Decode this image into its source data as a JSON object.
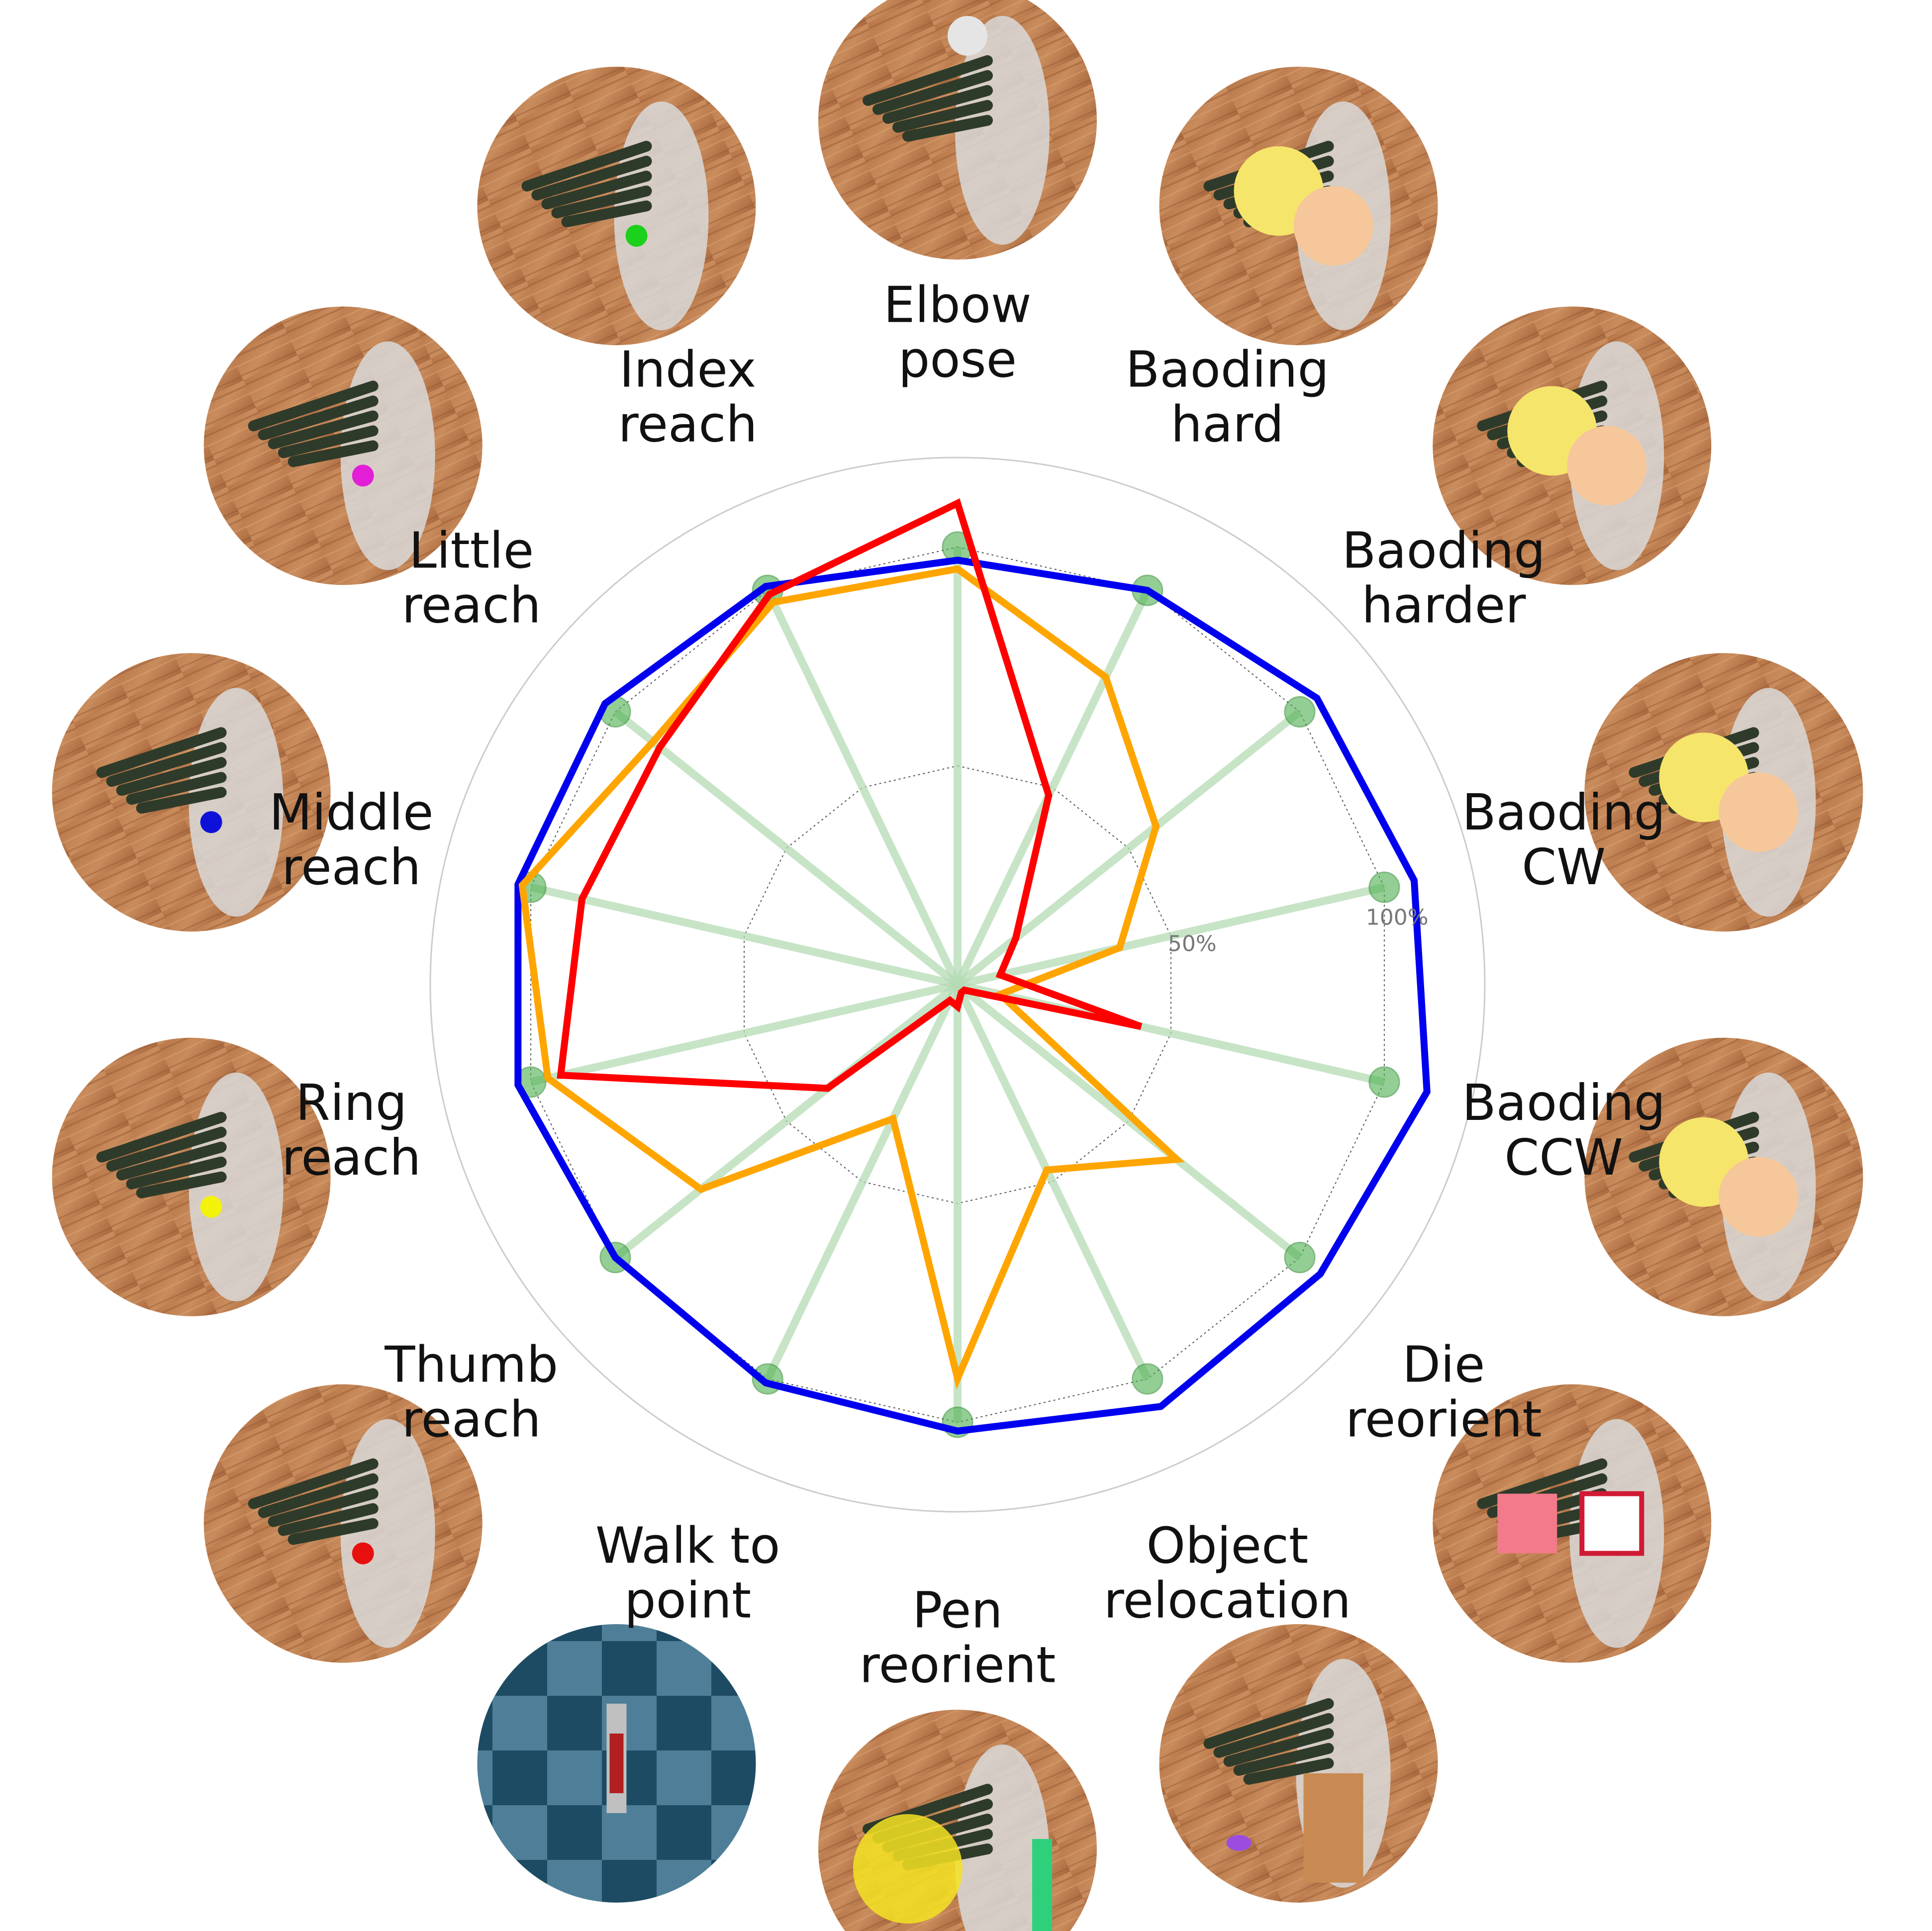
{
  "chart_data": {
    "type": "radar",
    "categories": [
      "Elbow pose",
      "Baoding hard",
      "Baoding harder",
      "Baoding CW",
      "Baoding CCW",
      "Die reorient",
      "Object relocation",
      "Pen reorient",
      "Walk to point",
      "Thumb reach",
      "Ring reach",
      "Middle reach",
      "Little reach",
      "Index reach"
    ],
    "category_lines": [
      [
        "Elbow",
        "pose"
      ],
      [
        "Baoding",
        "hard"
      ],
      [
        "Baoding",
        "harder"
      ],
      [
        "Baoding",
        "CW"
      ],
      [
        "Baoding",
        "CCW"
      ],
      [
        "Die",
        "reorient"
      ],
      [
        "Object",
        "relocation"
      ],
      [
        "Pen",
        "reorient"
      ],
      [
        "Walk to",
        "point"
      ],
      [
        "Thumb",
        "reach"
      ],
      [
        "Ring",
        "reach"
      ],
      [
        "Middle",
        "reach"
      ],
      [
        "Little",
        "reach"
      ],
      [
        "Index",
        "reach"
      ]
    ],
    "radial_ticks": [
      "50%",
      "100%"
    ],
    "rlim": [
      0,
      120
    ],
    "reference_points": [
      100,
      100,
      100,
      100,
      100,
      100,
      100,
      100,
      100,
      100,
      100,
      100,
      100,
      100
    ],
    "series": [
      {
        "color": "#0000ee",
        "values": [
          97,
          100,
          105,
          107,
          110,
          106,
          107,
          102,
          101,
          100,
          103,
          103,
          103,
          101
        ]
      },
      {
        "color": "#ffa500",
        "values": [
          95,
          78,
          58,
          38,
          10,
          64,
          47,
          90,
          34,
          75,
          96,
          102,
          89,
          97
        ]
      },
      {
        "color": "#ff0000",
        "values": [
          110,
          48,
          17,
          10,
          43,
          2,
          2,
          5,
          4,
          38,
          93,
          88,
          87,
          99
        ]
      }
    ],
    "series_colors_reference": "#2e8b2e",
    "grid": true
  },
  "thumbnails": [
    {
      "caption": "Elbow pose"
    },
    {
      "caption": "Baoding hard"
    },
    {
      "caption": "Baoding harder"
    },
    {
      "caption": "Baoding CW"
    },
    {
      "caption": "Baoding CCW"
    },
    {
      "caption": "Die reorient"
    },
    {
      "caption": "Object relocation"
    },
    {
      "caption": "Pen reorient"
    },
    {
      "caption": "Walk to point"
    },
    {
      "caption": "Thumb reach"
    },
    {
      "caption": "Ring reach"
    },
    {
      "caption": "Middle reach"
    },
    {
      "caption": "Little reach"
    },
    {
      "caption": "Index reach"
    }
  ]
}
